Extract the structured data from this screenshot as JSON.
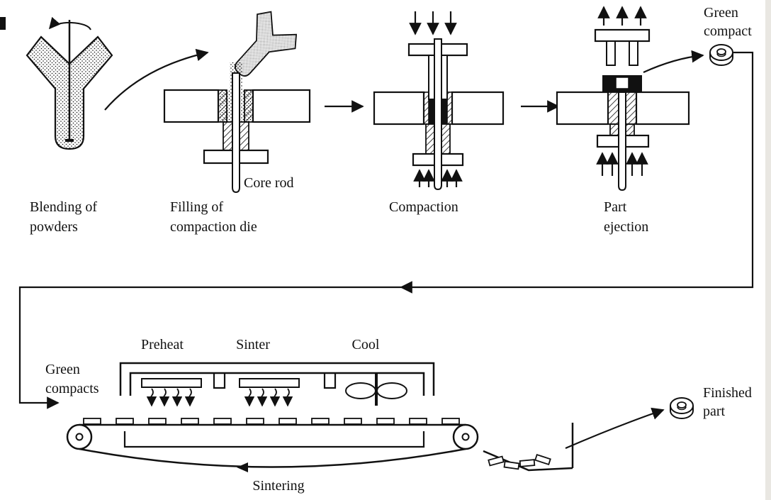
{
  "colors": {
    "ink": "#111111",
    "paper": "#ffffff"
  },
  "stations": {
    "blending": {
      "line1": "Blending of",
      "line2": "powders"
    },
    "filling": {
      "line1": "Filling of",
      "line2": "compaction die",
      "core_rod": "Core rod"
    },
    "compaction": {
      "label": "Compaction"
    },
    "ejection": {
      "line1": "Part",
      "line2": "ejection"
    },
    "green_compact": {
      "line1": "Green",
      "line2": "compact"
    }
  },
  "furnace": {
    "zones": {
      "preheat": "Preheat",
      "sinter": "Sinter",
      "cool": "Cool"
    },
    "input": {
      "line1": "Green",
      "line2": "compacts"
    },
    "process_label": "Sintering",
    "output": {
      "line1": "Finished",
      "line2": "part"
    }
  }
}
